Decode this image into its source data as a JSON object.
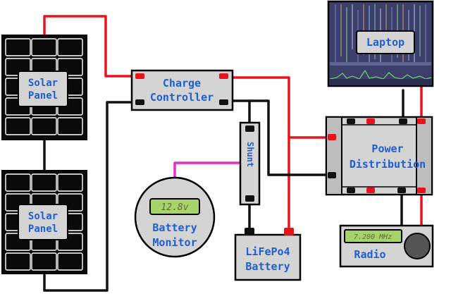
{
  "nodes": {
    "solar_panel_top": {
      "label_line1": "Solar",
      "label_line2": "Panel"
    },
    "solar_panel_bottom": {
      "label_line1": "Solar",
      "label_line2": "Panel"
    },
    "charge_controller": {
      "label_line1": "Charge",
      "label_line2": "Controller"
    },
    "shunt": {
      "label": "Shunt"
    },
    "battery_monitor": {
      "display": "12.8v",
      "label_line1": "Battery",
      "label_line2": "Monitor"
    },
    "battery": {
      "label_line1": "LiFePo4",
      "label_line2": "Battery"
    },
    "power_distribution": {
      "label_line1": "Power",
      "label_line2": "Distribution"
    },
    "laptop": {
      "label": "Laptop"
    },
    "radio": {
      "display": "7.200 MHz",
      "label": "Radio"
    }
  },
  "colors": {
    "positive_wire": "#e8141c",
    "negative_wire": "#111111",
    "sense_wire": "#e62ec8",
    "component_fill": "#d4d4d4",
    "label_text": "#1f5fd1",
    "lcd_fill": "#a7d36b"
  }
}
